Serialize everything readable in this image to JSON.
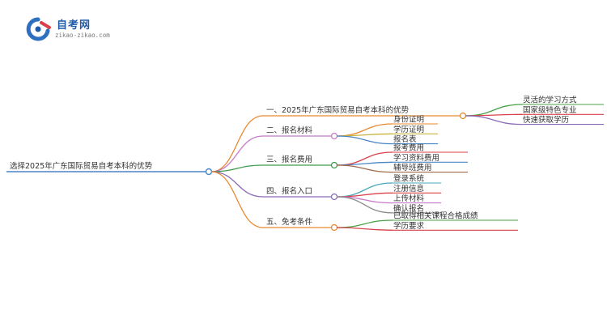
{
  "logo": {
    "title": "自考网",
    "subtitle": "zikao-zikao.com"
  },
  "mindmap": {
    "root": {
      "label": "选择2025年广东国际贸易自考本科的优势",
      "color": "#4a86c6"
    },
    "branches": [
      {
        "label": "一、2025年广东国际贸易自考本科的优势",
        "color": "#e8892e",
        "children": [
          {
            "label": "灵活的学习方式",
            "color": "#4aa14a"
          },
          {
            "label": "国家级特色专业",
            "color": "#d9424a"
          },
          {
            "label": "快速获取学历",
            "color": "#8b6bb8"
          }
        ]
      },
      {
        "label": "二、报名材料",
        "color": "#c77ac9",
        "children": [
          {
            "label": "身份证明",
            "color": "#e8892e"
          },
          {
            "label": "学历证明",
            "color": "#c8b43c"
          },
          {
            "label": "报名表",
            "color": "#4a86c6"
          }
        ]
      },
      {
        "label": "三、报名费用",
        "color": "#3f9a4a",
        "children": [
          {
            "label": "报考费用",
            "color": "#d9424a"
          },
          {
            "label": "学习资料费用",
            "color": "#4a86c6"
          },
          {
            "label": "辅导班费用",
            "color": "#a06a4a"
          }
        ]
      },
      {
        "label": "四、报名入口",
        "color": "#8b6bb8",
        "children": [
          {
            "label": "登录系统",
            "color": "#4aa7b8"
          },
          {
            "label": "注册信息",
            "color": "#d9424a"
          },
          {
            "label": "上传材料",
            "color": "#c77ac9"
          },
          {
            "label": "确认报名",
            "color": "#8a8a8a"
          }
        ]
      },
      {
        "label": "五、免考条件",
        "color": "#e8892e",
        "children": [
          {
            "label": "已取得相关课程合格成绩",
            "color": "#4aa14a"
          },
          {
            "label": "学历要求",
            "color": "#d9424a"
          }
        ]
      }
    ]
  }
}
